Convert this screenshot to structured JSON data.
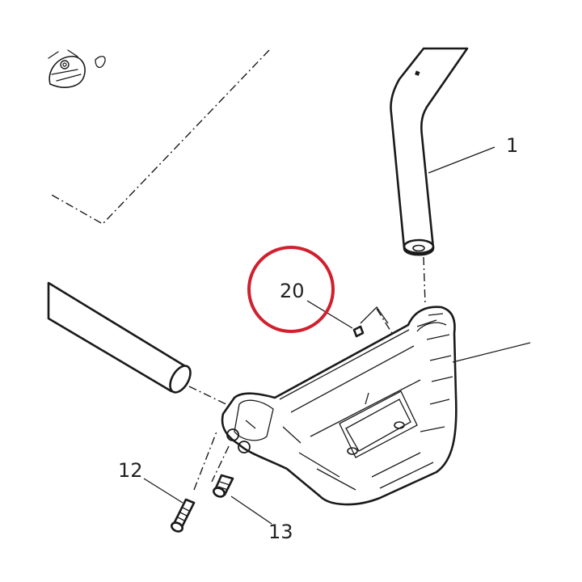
{
  "diagram": {
    "colors": {
      "line": "#1a1a1a",
      "highlight": "#d0202e",
      "text": "#222222"
    },
    "callouts": [
      {
        "id": "1",
        "label": "1"
      },
      {
        "id": "20",
        "label": "20",
        "highlighted": true
      },
      {
        "id": "12",
        "label": "12"
      },
      {
        "id": "13",
        "label": "13"
      }
    ]
  }
}
